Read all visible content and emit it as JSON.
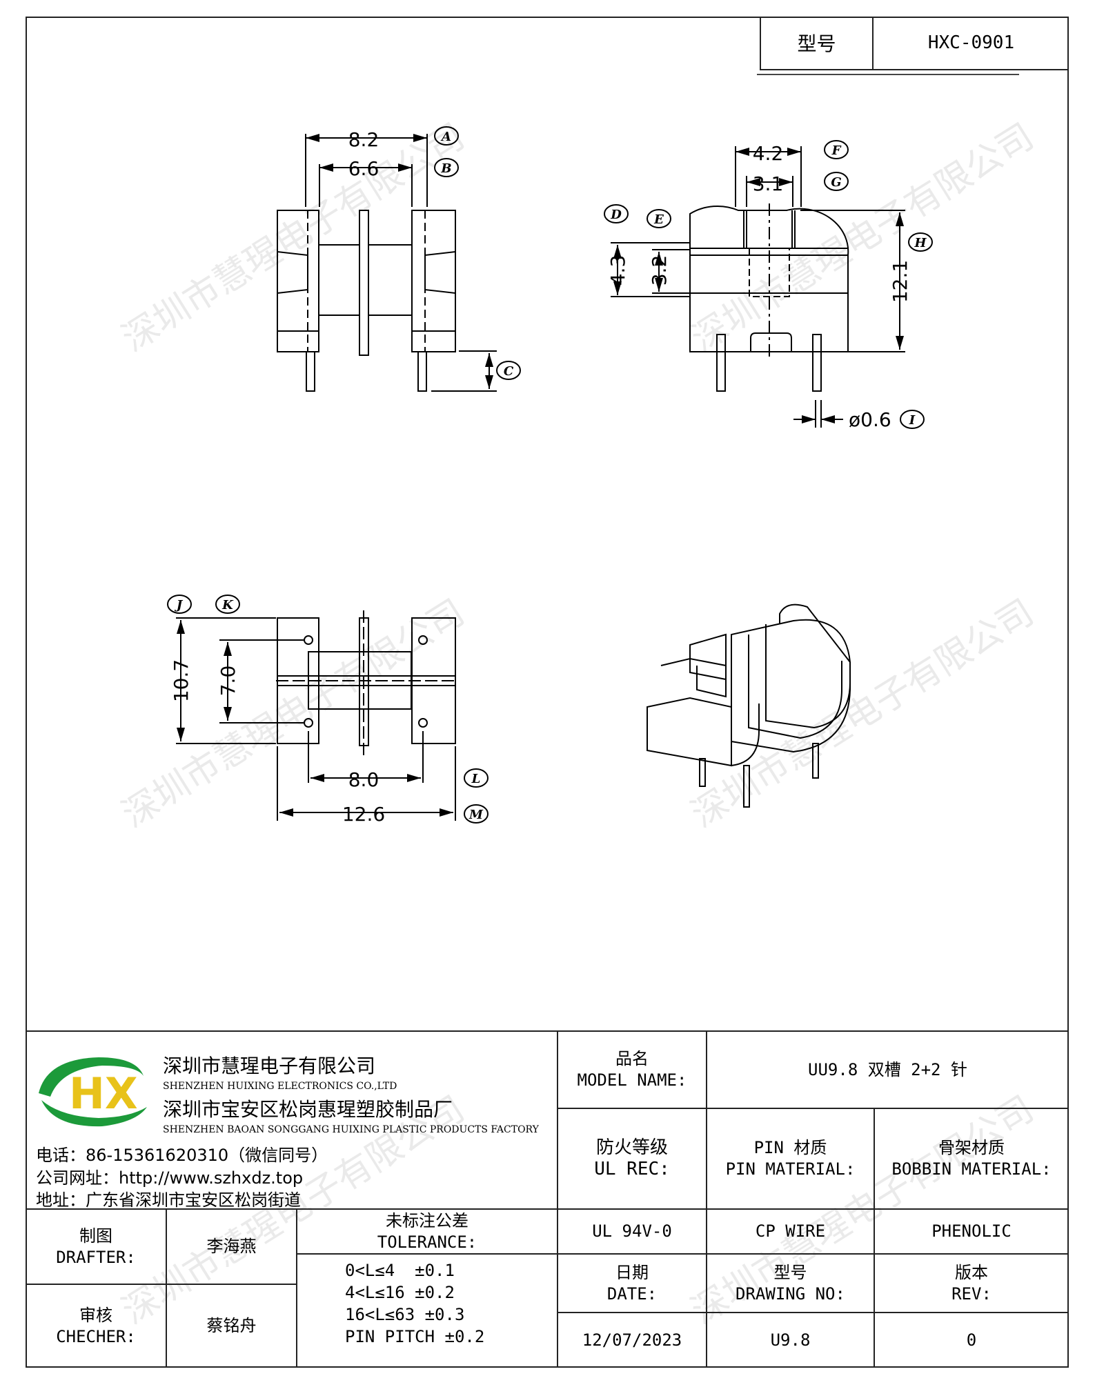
{
  "header": {
    "model_label": "型号",
    "model_value": "HXC-0901"
  },
  "drawing": {
    "dims": {
      "a": "8.2",
      "b": "6.6",
      "f": "4.2",
      "g": "3.1",
      "d": "4.3",
      "e": "3.2",
      "h": "12.1",
      "i": "ø0.6",
      "j": "10.7",
      "k": "7.0",
      "l": "8.0",
      "m": "12.6"
    },
    "markers": [
      "A",
      "B",
      "C",
      "D",
      "E",
      "F",
      "G",
      "H",
      "I",
      "J",
      "K",
      "L",
      "M"
    ]
  },
  "watermark": "深圳市慧瑆电子有限公司",
  "company": {
    "logo_letters": "HX",
    "name_cn": "深圳市慧瑆电子有限公司",
    "name_en": "SHENZHEN HUIXING ELECTRONICS CO.,LTD",
    "factory_cn": "深圳市宝安区松岗惠瑆塑胶制品厂",
    "factory_en": "SHENZHEN BAOAN SONGGANG HUIXING PLASTIC PRODUCTS FACTORY",
    "phone": "电话：86-15361620310（微信同号）",
    "website": "公司网址：http://www.szhxdz.top",
    "address": "地址：广东省深圳市宝安区松岗街道"
  },
  "title_block": {
    "model_name_cn": "品名",
    "model_name_en": "MODEL NAME:",
    "model_name_value": "UU9.8 双槽 2+2 针",
    "ul_cn": "防火等级",
    "ul_en": "UL REC:",
    "pin_cn": "PIN 材质",
    "pin_en": "PIN MATERIAL:",
    "bobbin_cn": "骨架材质",
    "bobbin_en": "BOBBIN MATERIAL:",
    "ul_value": "UL 94V-0",
    "pin_value": "CP WIRE",
    "bobbin_value": "PHENOLIC",
    "date_cn": "日期",
    "date_en": "DATE:",
    "drawing_no_cn": "型号",
    "drawing_no_en": "DRAWING NO:",
    "rev_cn": "版本",
    "rev_en": "REV:",
    "date_value": "12/07/2023",
    "drawing_no_value": "U9.8",
    "rev_value": "0",
    "drafter_cn": "制图",
    "drafter_en": "DRAFTER:",
    "drafter_name": "李海燕",
    "checker_cn": "审核",
    "checker_en": "CHECHER:",
    "checker_name": "蔡铭舟",
    "tolerance_cn": "未标注公差",
    "tolerance_en": "TOLERANCE:",
    "tolerance_lines": [
      "0<L≤4  ±0.1",
      "4<L≤16 ±0.2",
      "16<L≤63 ±0.3",
      "PIN PITCH ±0.2"
    ]
  }
}
